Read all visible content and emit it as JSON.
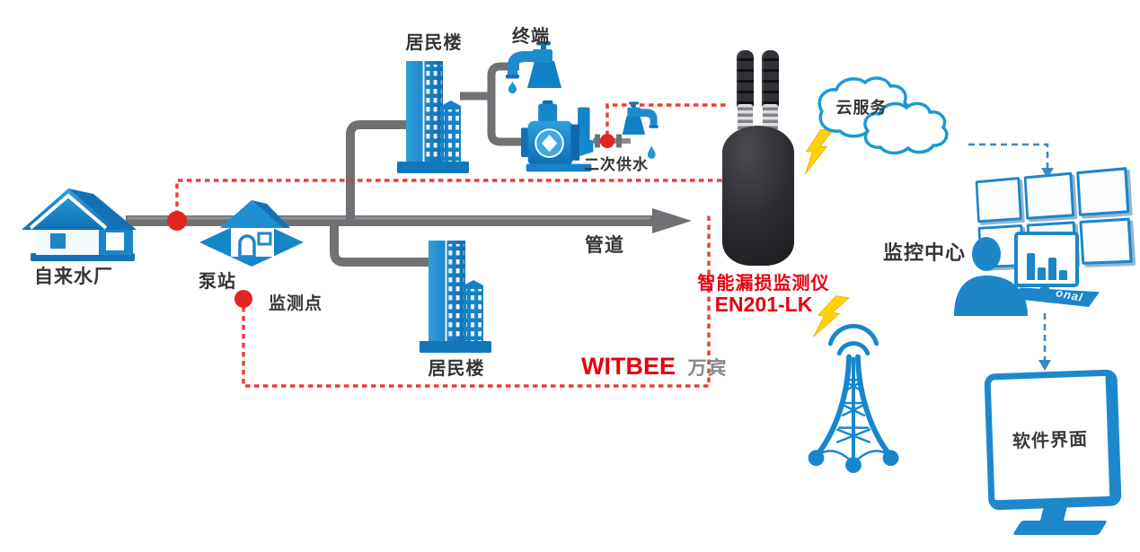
{
  "nodes": {
    "water_plant": {
      "label": "自来水厂"
    },
    "pump_station": {
      "label": "泵站"
    },
    "monitoring_point": {
      "label": "监测点"
    },
    "residential_top": {
      "label": "居民楼"
    },
    "terminal": {
      "label": "终端"
    },
    "secondary_supply": {
      "label": "二次供水"
    },
    "pipeline": {
      "label": "管道"
    },
    "residential_bottom": {
      "label": "居民楼"
    },
    "cloud_service": {
      "label": "云服务"
    },
    "monitoring_center": {
      "label": "监控中心"
    },
    "software_interface": {
      "label": "软件界面"
    }
  },
  "device": {
    "name": "智能漏损监测仪",
    "model": "EN201-LK"
  },
  "brand": {
    "en": "WITBEE",
    "cn": "万宾"
  },
  "operator_desk": {
    "base_text": "onal"
  },
  "colors": {
    "icon_blue": "#1787cd",
    "pipe_gray": "#6f7174",
    "alert_red": "#e8322b",
    "label_red": "#e60012",
    "brand_gray": "#85878a",
    "bolt_yellow": "#ffd200",
    "cloud_stroke": "#1b99d4",
    "flow_dash_blue": "#3f86c5"
  }
}
